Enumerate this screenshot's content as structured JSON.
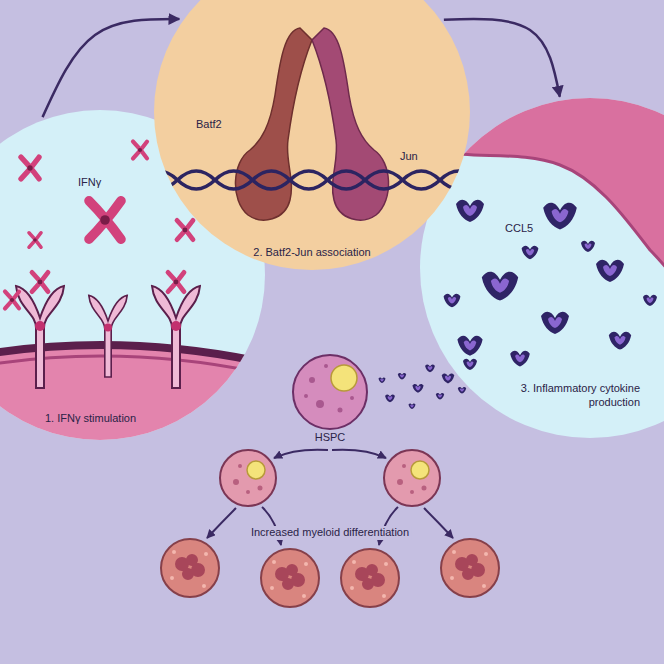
{
  "diagram": {
    "nodes": [
      {
        "text": [
          "IFNγ",
          "1. IFNγ stimulation"
        ]
      },
      {
        "text": [
          "Batf2",
          "Jun",
          "2. Batf2-Jun association"
        ]
      },
      {
        "text": [
          "CCL5",
          "3. Inflammatory cytokine production"
        ]
      },
      {
        "text": [
          "HSPC"
        ]
      }
    ],
    "edges": [
      {
        "from": 0,
        "to": 1,
        "arrow": "to"
      },
      {
        "from": 1,
        "to": 2,
        "arrow": "to"
      }
    ],
    "labels": [
      "Increased myeloid differentiation"
    ]
  }
}
